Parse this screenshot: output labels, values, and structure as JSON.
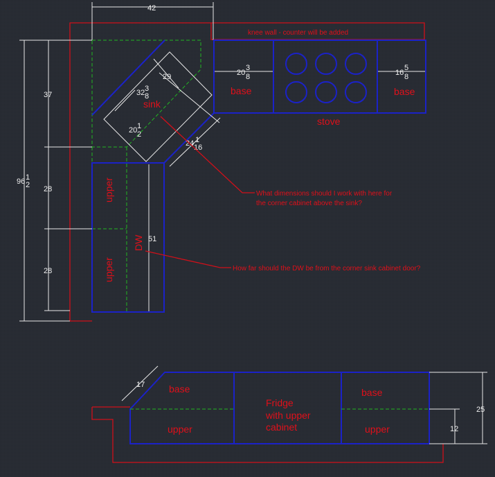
{
  "colors": {
    "background": "#262a31",
    "base": "#1b22c8",
    "upper": "#22b522",
    "wall": "#d0101a",
    "dimension": "#e8e8e8"
  },
  "plan": {
    "dim_top": "42",
    "knee_wall": "knee wall - counter will be added",
    "dim_base_left": {
      "whole": "20",
      "num": "3",
      "den": "8"
    },
    "dim_base_right": {
      "whole": "16",
      "num": "5",
      "den": "8"
    },
    "base_left": "base",
    "base_right": "base",
    "stove": "stove",
    "sink": "sink",
    "dim_sink_29": "29",
    "dim_sink_long": {
      "whole": "32",
      "num": "3",
      "den": "8"
    },
    "dim_sink_short": {
      "whole": "20",
      "num": "1",
      "den": "2"
    },
    "dim_sink_depth": {
      "whole": "24",
      "num": "1",
      "den": "16"
    },
    "dim_total": {
      "whole": "96",
      "num": "1",
      "den": "2"
    },
    "dim_37": "37",
    "dim_28a": "28",
    "dim_28b": "28",
    "upper_1": "upper",
    "upper_2": "upper",
    "dw": "DW",
    "dim_51": "51",
    "question_1_line1": "What dimensions should I work with here for",
    "question_1_line2": "the corner cabinet above the sink?",
    "question_2": "How far should the DW be from the corner sink cabinet door?"
  },
  "elevation": {
    "dim_17": "17",
    "base_left": "base",
    "base_right": "base",
    "fridge_line1": "Fridge",
    "fridge_line2": "with upper",
    "fridge_line3": "cabinet",
    "upper_left": "upper",
    "upper_right": "upper",
    "dim_25": "25",
    "dim_12": "12"
  }
}
